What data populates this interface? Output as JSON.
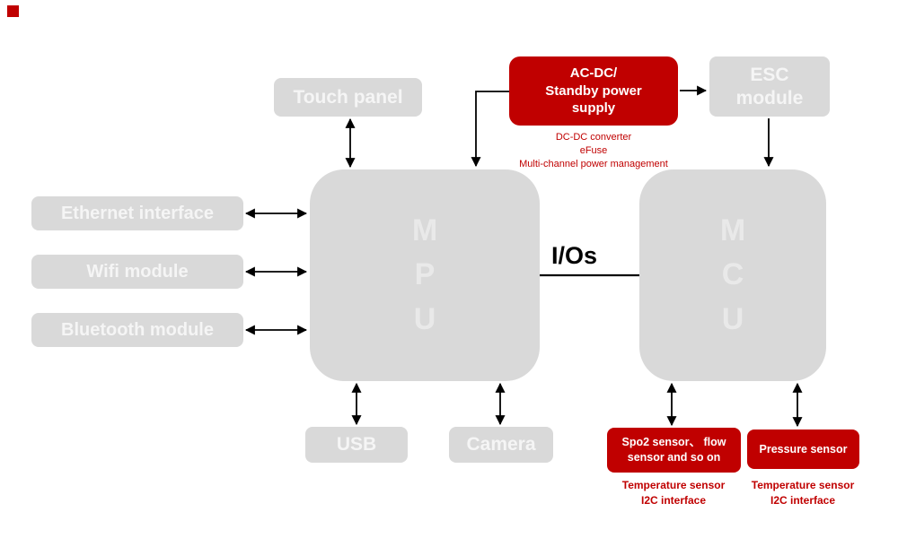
{
  "colors": {
    "box-gray": "#d9d9d9",
    "box-red": "#c00000",
    "label-light": "#f5f5f5",
    "big-letter": "#e9e9e9",
    "connector": "#000000"
  },
  "nodes": {
    "touch_panel": {
      "label": "Touch panel"
    },
    "power_supply": {
      "label": "AC-DC/\nStandby power\nsupply",
      "sub": "DC-DC converter\neFuse\nMulti-channel power management"
    },
    "esc_module": {
      "label": "ESC\nmodule"
    },
    "ethernet": {
      "label": "Ethernet interface"
    },
    "wifi": {
      "label": "Wifi module"
    },
    "bluetooth": {
      "label": "Bluetooth module"
    },
    "mpu": {
      "label": "M\nP\nU"
    },
    "mcu": {
      "label": "M\nC\nU"
    },
    "io_bus": {
      "label": "I/Os"
    },
    "usb": {
      "label": "USB"
    },
    "camera": {
      "label": "Camera"
    },
    "spo2_sensor": {
      "label": "Spo2 sensor、 flow\nsensor and so on",
      "sub": "Temperature sensor\nI2C interface"
    },
    "pressure_sensor": {
      "label": "Pressure sensor",
      "sub": "Temperature sensor\nI2C interface"
    }
  }
}
